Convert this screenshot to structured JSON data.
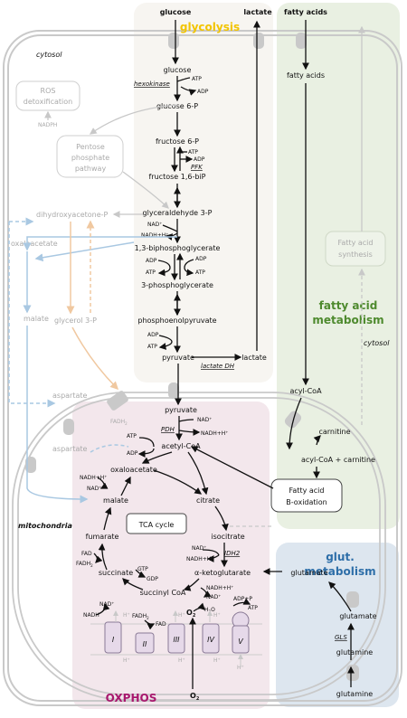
{
  "regions": {
    "glycolysis": "glycolysis",
    "fatty_acid_metabolism_1": "fatty acid",
    "fatty_acid_metabolism_2": "metabolism",
    "glut_metabolism_1": "glut.",
    "glut_metabolism_2": "metabolism",
    "oxphos": "OXPHOS",
    "cytosol_left": "cytosol",
    "cytosol_right": "cytosol",
    "mitochondria": "mitochondria",
    "tca_cycle": "TCA cycle"
  },
  "colors": {
    "glycolysis": "#f2c400",
    "fatty_acid": "#4e8a2e",
    "glut": "#2d6ea8",
    "oxphos": "#a8186e",
    "glycolysis_bg": "#f7f5f1",
    "fatty_bg": "#e9f0e2",
    "glut_bg": "#dde6ef",
    "oxphos_bg": "#f3e7ec"
  },
  "metabolites": {
    "glucose_top": "glucose",
    "lactate_top": "lactate",
    "fatty_acids_top": "fatty acids",
    "glucose": "glucose",
    "glucose6p": "glucose 6-P",
    "fructose6p": "fructose 6-P",
    "fructose16bip": "fructose 1,6-biP",
    "glyceraldehyde3p": "glyceraldehyde 3-P",
    "bpg": "1,3-biphosphoglycerate",
    "pg3": "3-phosphoglycerate",
    "pep": "phosphoenolpyruvate",
    "pyruvate": "pyruvate",
    "lactate": "lactate",
    "fatty_acids": "fatty acids",
    "acyl_coa": "acyl-CoA",
    "carnitine": "carnitine",
    "acyl_coa_carnitine": "acyl-CoA + carnitine",
    "fatty_acid_synthesis": "Fatty acid synthesis",
    "ros": "ROS detoxification",
    "ppp": "Pentose phosphate pathway",
    "dhap": "dihydroxyacetone-P",
    "oxaloacetate_cyto": "oxaloacetate",
    "malate_cyto": "malate",
    "glycerol3p": "glycerol 3-P",
    "aspartate_cyto": "aspartate",
    "aspartate_mito": "aspartate",
    "pyruvate_mito": "pyruvate",
    "acetyl_coa": "acetyl-CoA",
    "oxaloacetate": "oxaloacetate",
    "citrate": "citrate",
    "isocitrate": "isocitrate",
    "akg": "α-ketoglutarate",
    "succinyl_coa": "succinyl CoA",
    "succinate": "succinate",
    "fumarate": "fumarate",
    "malate": "malate",
    "fa_beta_ox": "Fatty acid B-oxidation",
    "glutamate_cyto": "glutamate",
    "glutamate_mito": "glutamate",
    "glutamine_mito": "glutamine",
    "glutamine_out": "glutamine",
    "o2_top": "O",
    "o2_bottom": "O",
    "h2o": "H",
    "complex_i": "I",
    "complex_ii": "II",
    "complex_iii": "III",
    "complex_iv": "IV",
    "complex_v": "V"
  },
  "enzymes": {
    "hexokinase": "hexokinase",
    "pfk": "PFK",
    "ldh": "lactate DH",
    "pdh": "PDH",
    "idh2": "IDH2",
    "gls": "GLS"
  },
  "cofactors": {
    "atp": "ATP",
    "adp": "ADP",
    "nad": "NAD⁺",
    "nadh_h": "NADH+H⁺",
    "nadh": "NADH",
    "nadph": "NADPH",
    "fad": "FAD",
    "fadh2": "FADH",
    "gtp": "GTP",
    "gdp": "GDP",
    "adp_p": "ADP+P",
    "h_plus": "H⁺",
    "two": "2"
  }
}
